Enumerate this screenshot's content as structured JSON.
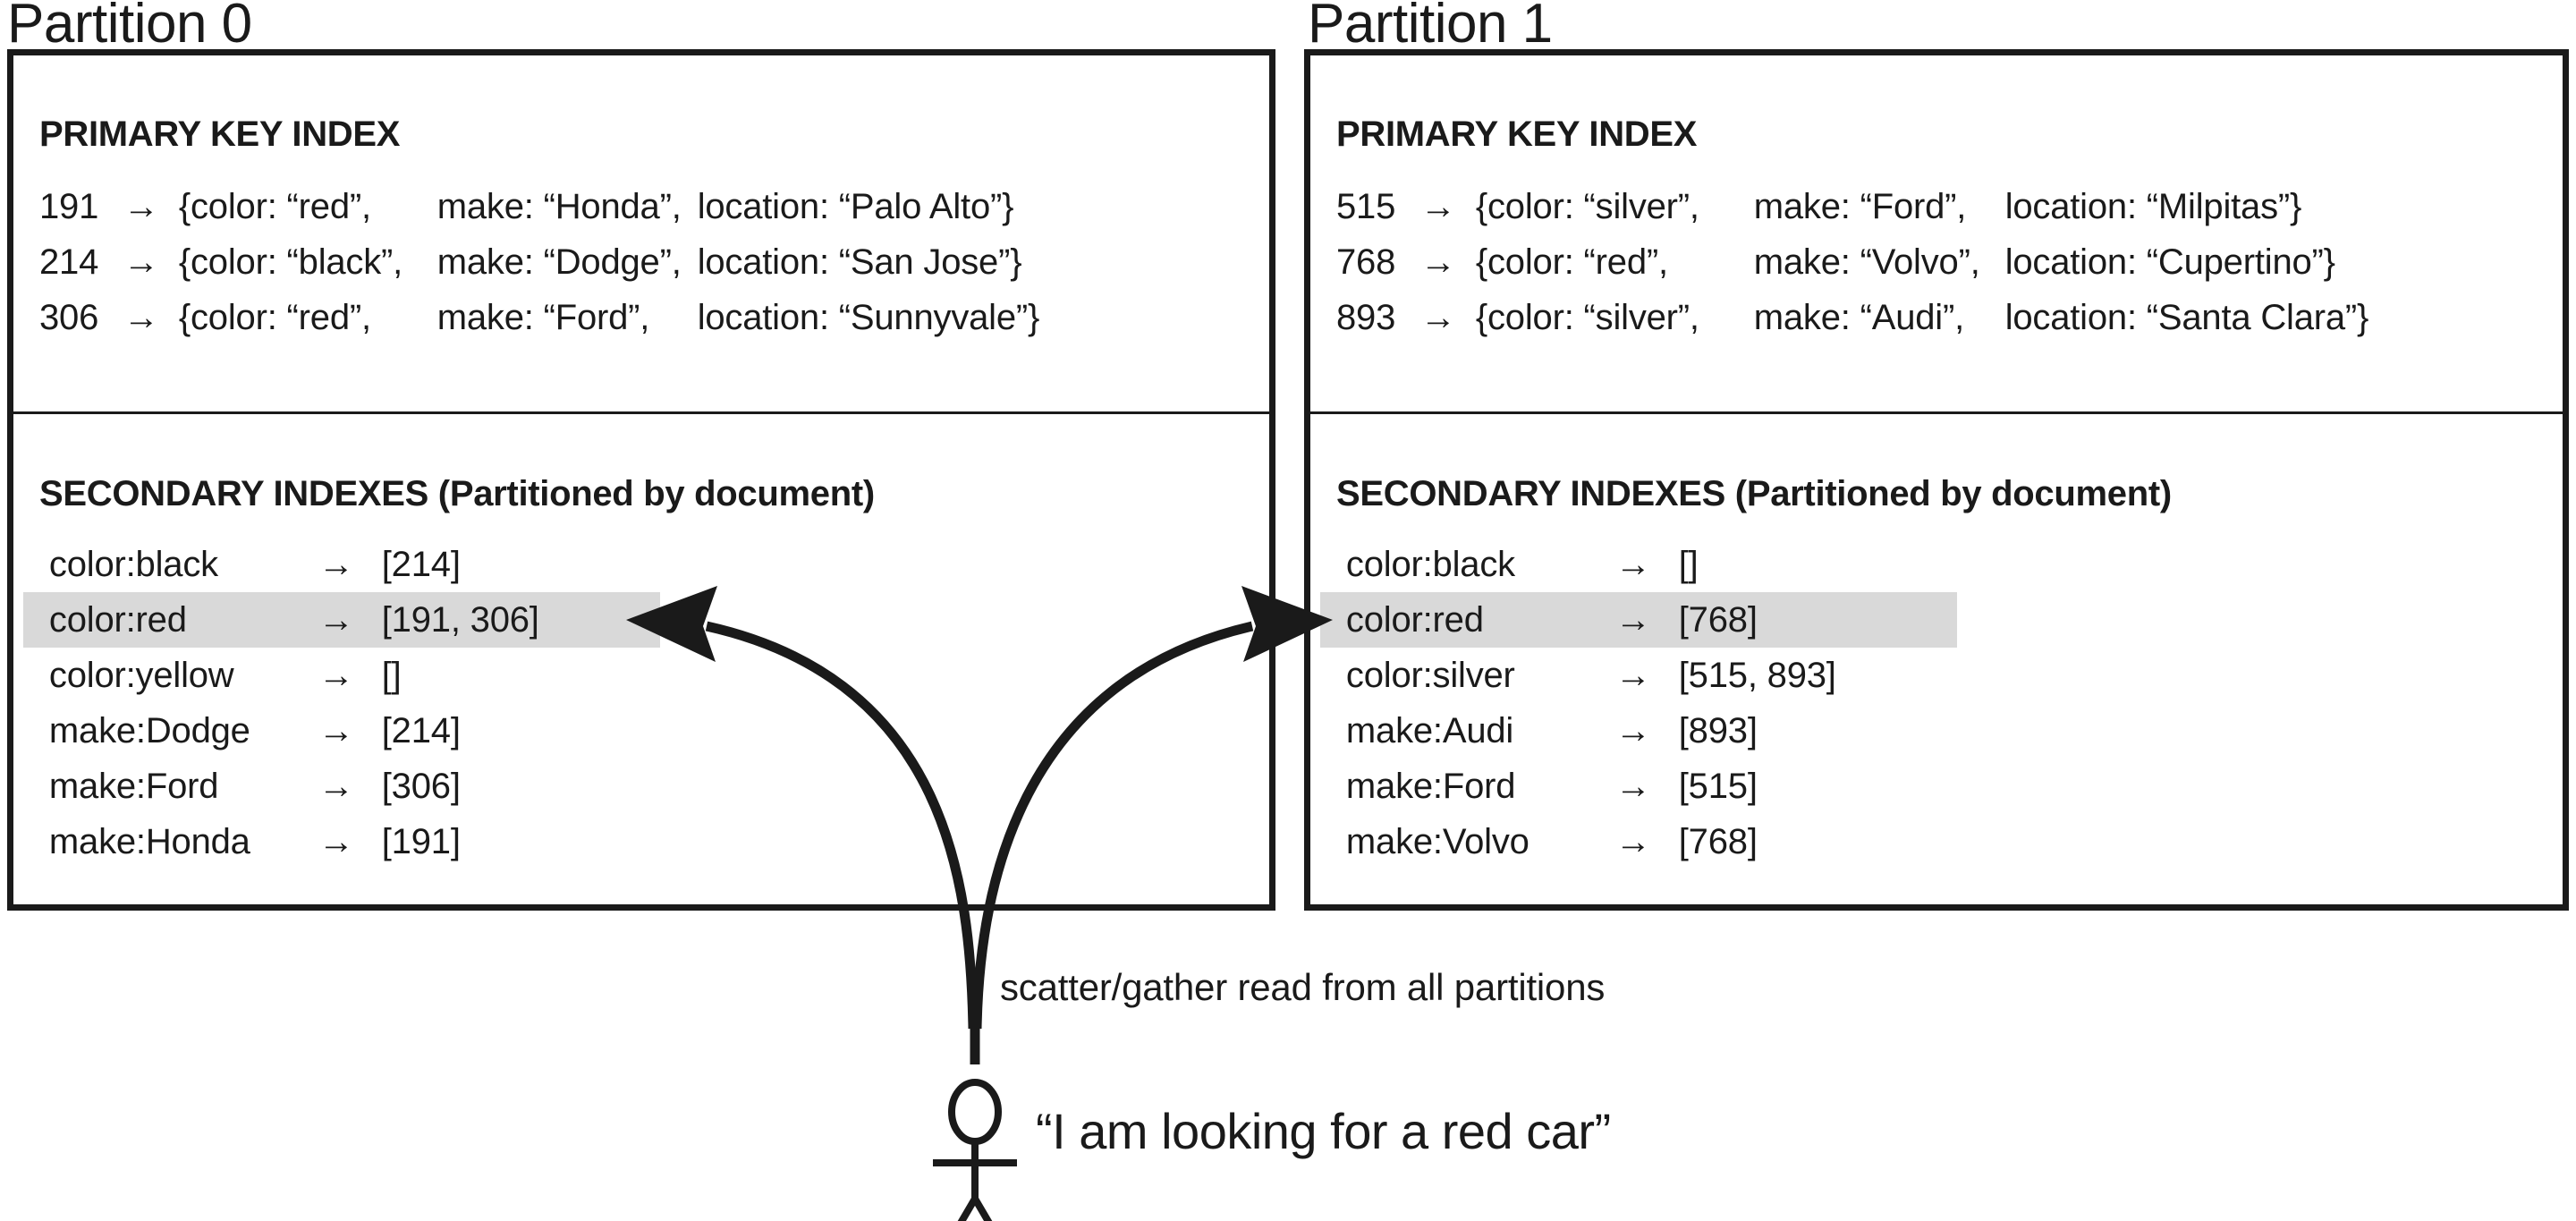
{
  "diagram": {
    "title_partition_0": "Partition 0",
    "title_partition_1": "Partition 1",
    "primary_key_index_heading": "PRIMARY KEY INDEX",
    "secondary_indexes_heading": "SECONDARY INDEXES (Partitioned by document)",
    "arrow_glyph": "→",
    "caption": "scatter/gather read from all partitions",
    "user_quote": "“I am looking for a red car”",
    "highlight_color": "#d9d9d9",
    "stroke_color": "#1a1a1a",
    "background_color": "#ffffff"
  },
  "partitions": [
    {
      "name": "Partition 0",
      "primary_key_index": [
        {
          "id": "191",
          "arrow": "→",
          "color": "{color: “red”,",
          "make": "make: “Honda”,",
          "location": "location: “Palo Alto”}"
        },
        {
          "id": "214",
          "arrow": "→",
          "color": "{color: “black”,",
          "make": "make: “Dodge”,",
          "location": "location: “San Jose”}"
        },
        {
          "id": "306",
          "arrow": "→",
          "color": "{color: “red”,",
          "make": "make: “Ford”,",
          "location": "location: “Sunnyvale”}"
        }
      ],
      "secondary_indexes": [
        {
          "key": "color:black",
          "arrow": "→",
          "value": "[214]",
          "highlighted": false
        },
        {
          "key": "color:red",
          "arrow": "→",
          "value": "[191, 306]",
          "highlighted": true
        },
        {
          "key": "color:yellow",
          "arrow": "→",
          "value": "[]",
          "highlighted": false
        },
        {
          "key": "make:Dodge",
          "arrow": "→",
          "value": "[214]",
          "highlighted": false
        },
        {
          "key": "make:Ford",
          "arrow": "→",
          "value": "[306]",
          "highlighted": false
        },
        {
          "key": "make:Honda",
          "arrow": "→",
          "value": "[191]",
          "highlighted": false
        }
      ]
    },
    {
      "name": "Partition 1",
      "primary_key_index": [
        {
          "id": "515",
          "arrow": "→",
          "color": "{color: “silver”,",
          "make": "make: “Ford”,",
          "location": "location: “Milpitas”}"
        },
        {
          "id": "768",
          "arrow": "→",
          "color": "{color: “red”,",
          "make": "make: “Volvo”,",
          "location": "location: “Cupertino”}"
        },
        {
          "id": "893",
          "arrow": "→",
          "color": "{color: “silver”,",
          "make": "make: “Audi”,",
          "location": "location: “Santa Clara”}"
        }
      ],
      "secondary_indexes": [
        {
          "key": "color:black",
          "arrow": "→",
          "value": "[]",
          "highlighted": false
        },
        {
          "key": "color:red",
          "arrow": "→",
          "value": "[768]",
          "highlighted": true
        },
        {
          "key": "color:silver",
          "arrow": "→",
          "value": "[515, 893]",
          "highlighted": false
        },
        {
          "key": "make:Audi",
          "arrow": "→",
          "value": "[893]",
          "highlighted": false
        },
        {
          "key": "make:Ford",
          "arrow": "→",
          "value": "[515]",
          "highlighted": false
        },
        {
          "key": "make:Volvo",
          "arrow": "→",
          "value": "[768]",
          "highlighted": false
        }
      ]
    }
  ]
}
